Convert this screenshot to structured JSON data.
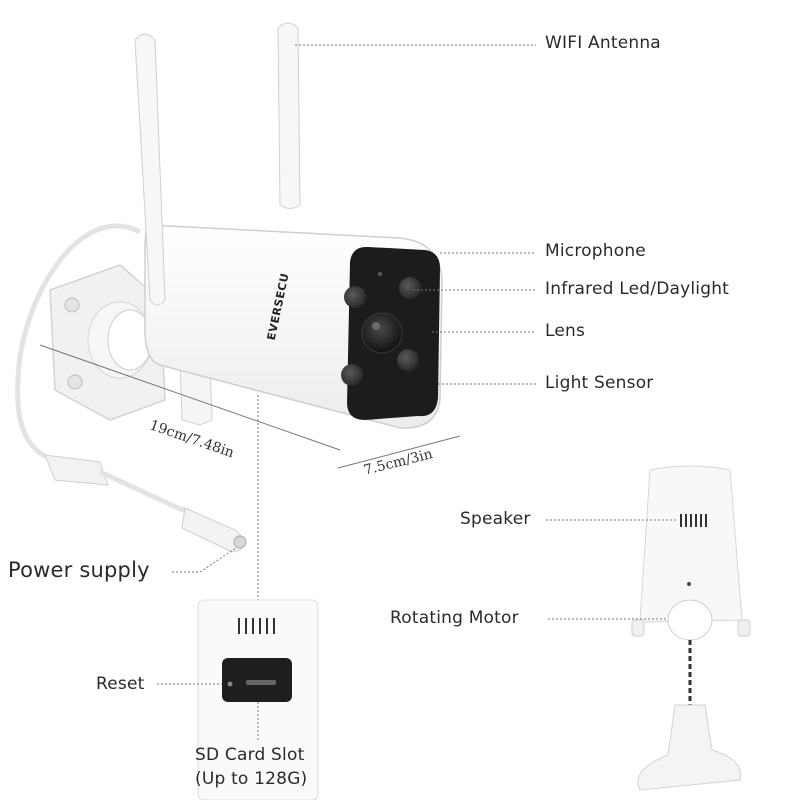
{
  "brand": "EVERSECU",
  "labels": {
    "wifi_antenna": "WIFI Antenna",
    "microphone": "Microphone",
    "infrared": "Infrared Led/Daylight",
    "lens": "Lens",
    "light_sensor": "Light Sensor",
    "speaker": "Speaker",
    "rotating_motor": "Rotating Motor",
    "power_supply": "Power supply",
    "reset": "Reset",
    "sd_card_slot": "SD Card Slot",
    "sd_card_capacity": "(Up to 128G)"
  },
  "dimensions": {
    "length": "19cm/7.48in",
    "width": "7.5cm/3in"
  },
  "colors": {
    "body": "#f4f4f4",
    "outline": "#cfcfcf",
    "face": "#1c1c1c",
    "leader": "#777777"
  }
}
